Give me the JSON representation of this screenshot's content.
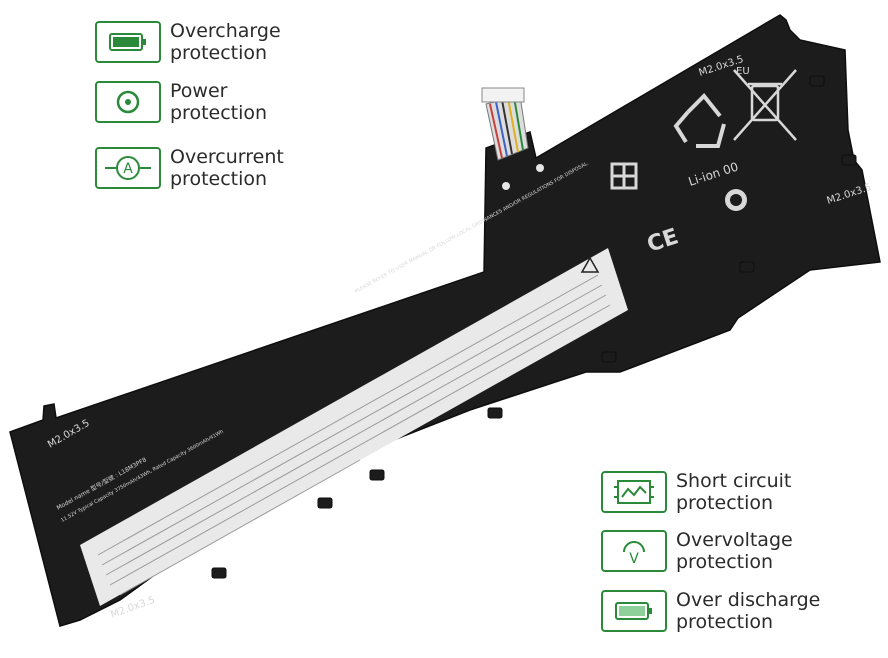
{
  "features": [
    {
      "id": "overcharge",
      "line1": "Overcharge",
      "line2": "protection",
      "icon": "battery-full-icon"
    },
    {
      "id": "power",
      "line1": "Power",
      "line2": "protection",
      "icon": "power-ring-icon"
    },
    {
      "id": "overcurrent",
      "line1": "Overcurrent",
      "line2": "protection",
      "icon": "ammeter-icon"
    },
    {
      "id": "short-circuit",
      "line1": "Short circuit",
      "line2": "protection",
      "icon": "circuit-board-icon"
    },
    {
      "id": "overvoltage",
      "line1": "Overvoltage",
      "line2": "protection",
      "icon": "voltage-icon"
    },
    {
      "id": "over-discharge",
      "line1": "Over discharge",
      "line2": "protection",
      "icon": "battery-low-icon"
    }
  ],
  "battery": {
    "screw_label_top_left": "M2.0x3.5",
    "screw_label_top_right": "M2.0x3.5",
    "screw_label_right": "M2.0x3.5",
    "screw_label_bottom": "M2.0x3.5",
    "recycle_text": "Li-ion 00",
    "eu_mark": "EU",
    "ce_mark": "CE",
    "model_line": "Model name 型号/型號 : L18M3PF8",
    "capacity_line": "11.52V Typical Capacity 3750mAh/43Wh, Rated Capacity 3600mAh/41Wh",
    "notice_line": "PLEASE REFER TO USER MANUAL OR FOLLOW LOCAL ORDINANCES AND/OR REGULATIONS FOR DISPOSAL."
  },
  "colors": {
    "accent": "#2a8a3a",
    "battery_body": "#1a1a1a",
    "label_strip": "#e9e9ea"
  }
}
